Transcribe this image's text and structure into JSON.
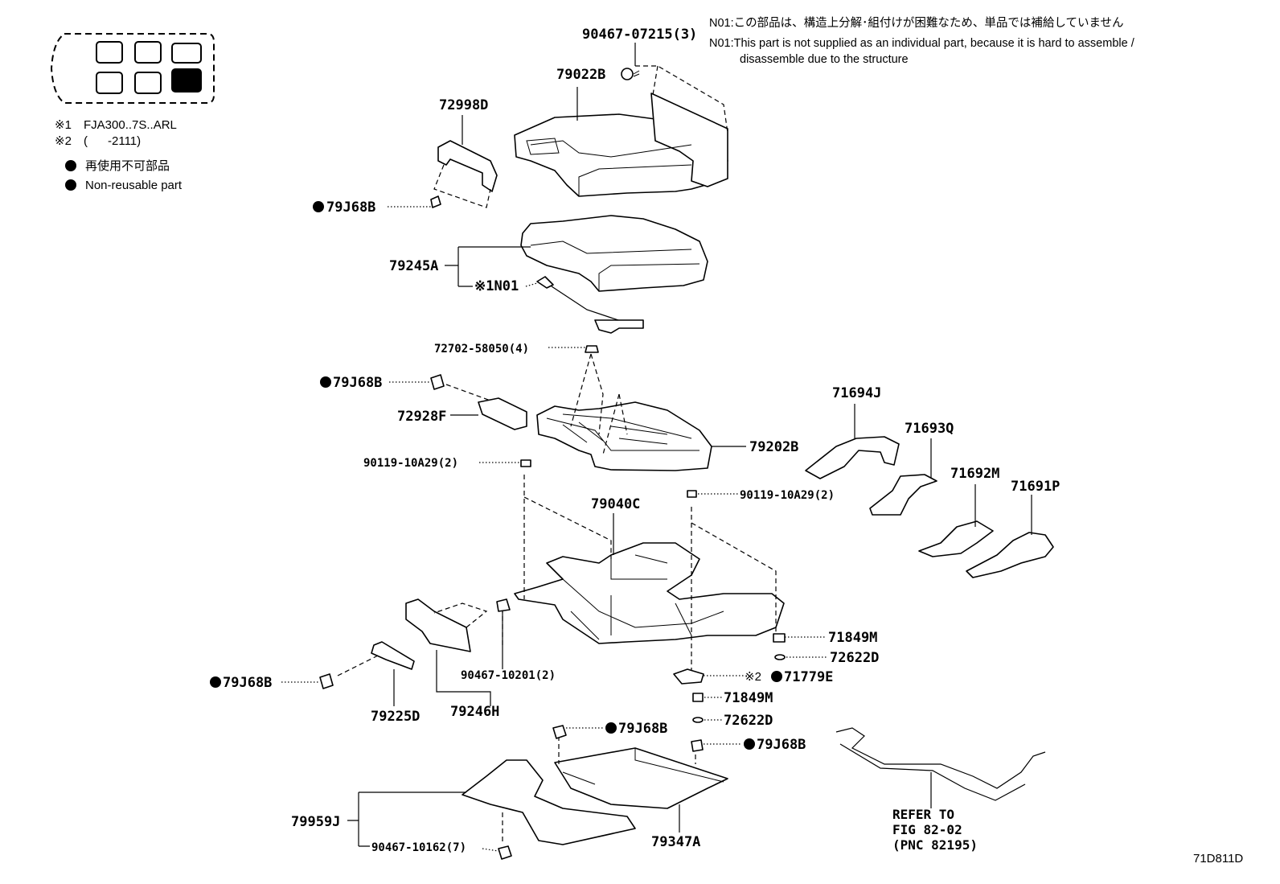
{
  "diagram_id": "71D811D",
  "notes": {
    "jp": "N01:この部品は、構造上分解･組付けが困難なため、単品では補給していません",
    "en_line1": "N01:This part is not supplied as an individual part, because it is hard to assemble /",
    "en_line2": "disassemble due to the structure"
  },
  "legend": {
    "cond1_mark": "※1",
    "cond1": "FJA300..7S..ARL",
    "cond2_mark": "※2",
    "cond2": "(      -2111)",
    "nonreusable_jp": "再使用不可部品",
    "nonreusable_en": "Non-reusable part",
    "nonreusable_color": "#000000"
  },
  "parts": {
    "p_9046707215": "90467-07215(3)",
    "p_79022B": "79022B",
    "p_72998D": "72998D",
    "p_79J68B_a": "79J68B",
    "p_79245A": "79245A",
    "p_N01": "※1N01",
    "p_7270258050": "72702-58050(4)",
    "p_79J68B_b": "79J68B",
    "p_72928F": "72928F",
    "p_79202B": "79202B",
    "p_9011910A29_a": "90119-10A29(2)",
    "p_9011910A29_b": "90119-10A29(2)",
    "p_79040C": "79040C",
    "p_71694J": "71694J",
    "p_71693Q": "71693Q",
    "p_71692M": "71692M",
    "p_71691P": "71691P",
    "p_71849M_a": "71849M",
    "p_72622D_a": "72622D",
    "p_71779E": "71779E",
    "p_71779E_mark": "※2",
    "p_71849M_b": "71849M",
    "p_72622D_b": "72622D",
    "p_79J68B_c": "79J68B",
    "p_9046710201": "90467-10201(2)",
    "p_79225D": "79225D",
    "p_79246H": "79246H",
    "p_79J68B_d": "79J68B",
    "p_79J68B_e": "79J68B",
    "p_79959J": "79959J",
    "p_9046710162": "90467-10162(7)",
    "p_79347A": "79347A"
  },
  "refer": {
    "line1": "REFER TO",
    "line2": "FIG 82-02",
    "line3": "(PNC 82195)"
  }
}
